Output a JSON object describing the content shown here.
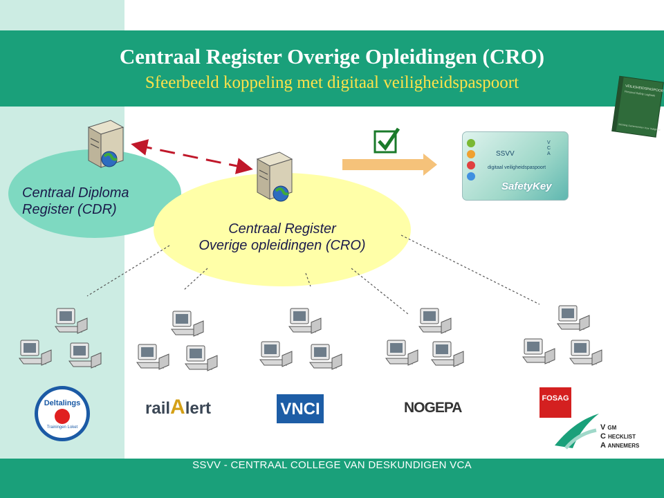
{
  "header": {
    "title": "Centraal Register Overige Opleidingen (CRO)",
    "subtitle": "Sfeerbeeld koppeling met digitaal veiligheidspaspoort"
  },
  "nodes": {
    "cdr_line1": "Centraal Diploma",
    "cdr_line2": "Register (CDR)",
    "cro_line1": "Centraal Register",
    "cro_line2": "Overige opleidingen (CRO)"
  },
  "card": {
    "ssvv": "SSVV",
    "vca_v": "V",
    "vca_c": "C",
    "vca_a": "A",
    "digital": "digitaal veiligheidspaspoort",
    "brand": "SafetyKey"
  },
  "book": {
    "title": "VEILIGHEIDSPASPOORT",
    "subtitle": "Personal Safety Logbook",
    "bottom": "Stichting Samenwerken Voor Veiligheid"
  },
  "logos": {
    "deltalings": "Deltalings",
    "deltalings_sub": "Trainingen Loket",
    "railalert_a": "rail",
    "railalert_b": "A",
    "railalert_c": "lert",
    "vnci": "VNCI",
    "nogepa": "NOGEPA",
    "fosag": "FOSAG",
    "vgm_v": "V",
    "vgm_v_rest": "GM",
    "vgm_c": "C",
    "vgm_c_rest": "HECKLIST",
    "vgm_a": "A",
    "vgm_a_rest": "ANNEMERS"
  },
  "footer": {
    "text": "SSVV - CENTRAAL COLLEGE VAN DESKUNDIGEN VCA"
  },
  "colors": {
    "green": "#1aa07a",
    "yellow": "#ffe24a",
    "mint": "#ccece3",
    "red_dash": "#c0182a",
    "arrow": "#f5c27a"
  }
}
